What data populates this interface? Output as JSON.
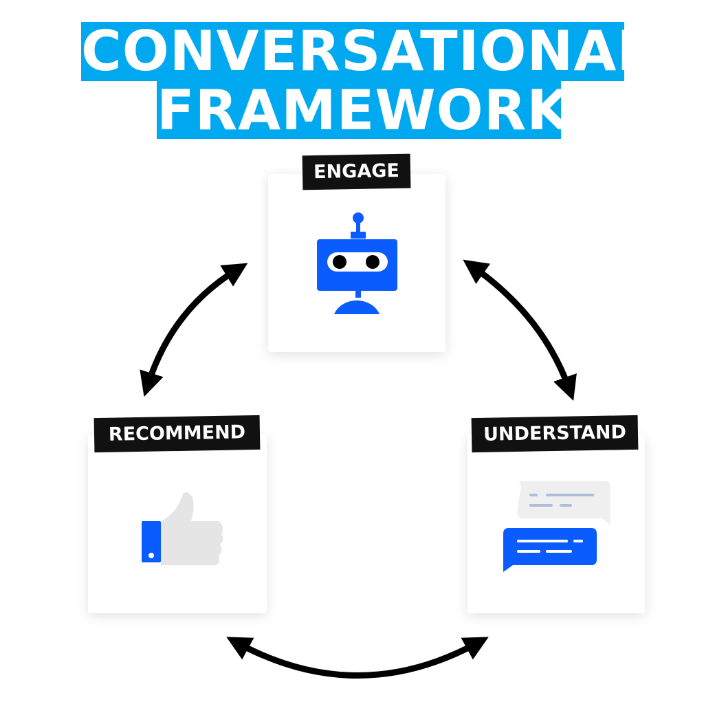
{
  "title": {
    "line1": "CONVERSATIONAL",
    "line2": "FRAMEWORK"
  },
  "steps": [
    {
      "label": "ENGAGE",
      "icon": "robot-icon"
    },
    {
      "label": "UNDERSTAND",
      "icon": "chat-bubbles-icon"
    },
    {
      "label": "RECOMMEND",
      "icon": "thumbs-up-icon"
    }
  ],
  "colors": {
    "title_bg": "#00a9ef",
    "accent": "#0a5cff",
    "tag_bg": "#111111"
  }
}
